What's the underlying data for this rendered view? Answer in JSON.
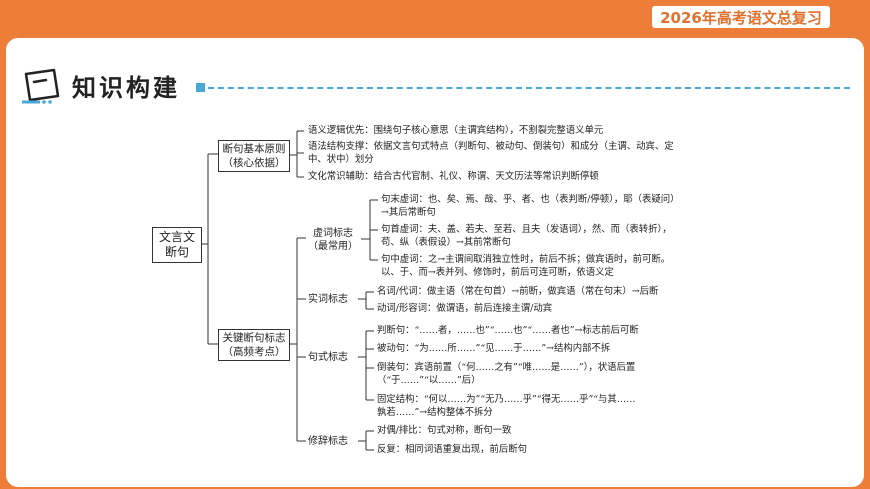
{
  "header": {
    "badge": "2026年高考语文总复习"
  },
  "section": {
    "title": "知识构建"
  },
  "diagram": {
    "root": [
      "文言文",
      "断句"
    ],
    "principles": {
      "label": [
        "断句基本原则",
        "（核心依据）"
      ],
      "items": [
        [
          "语义逻辑优先：围绕句子核心意思（主谓宾结构），不割裂完整语义单元"
        ],
        [
          "语法结构支撑：依据文言句式特点（判断句、被动句、倒装句）和成分（主谓、动宾、定",
          "中、状中）划分"
        ],
        [
          "文化常识辅助：结合古代官制、礼仪、称谓、天文历法等常识判断停顿"
        ]
      ]
    },
    "markers": {
      "label": [
        "关键断句标志",
        "（高频考点）"
      ],
      "groups": [
        {
          "label": [
            "虚词标志",
            "（最常用）"
          ],
          "items": [
            [
              "句末虚词：也、矣、焉、哉、乎、者、也（表判断/停顿），耶（表疑问）",
              "→其后常断句"
            ],
            [
              "句首虚词：夫、盖、若夫、至若、且夫（发语词），然、而（表转折），",
              "苟、纵（表假设）→其前常断句"
            ],
            [
              "句中虚词：之→主谓间取消独立性时，前后不拆；做宾语时，前可断。",
              "以、于、而→表并列、修饰时，前后可连可断，依语义定"
            ]
          ]
        },
        {
          "label": [
            "实词标志"
          ],
          "items": [
            [
              "名词/代词：做主语（常在句首）→前断，做宾语（常在句末）→后断"
            ],
            [
              "动词/形容词：做谓语，前后连接主谓/动宾"
            ]
          ]
        },
        {
          "label": [
            "句式标志"
          ],
          "items": [
            [
              "判断句：“……者，……也”“……也”“……者也”→标志前后可断"
            ],
            [
              "被动句：“为……所……”“见……于……”→结构内部不拆"
            ],
            [
              "倒装句：宾语前置（“何……之有”“唯……是……”），状语后置",
              "（“于……”“以……”后）"
            ],
            [
              "固定结构：“何以……为”“无乃……乎”“得无……乎”“与其……",
              "孰若……”→结构整体不拆分"
            ]
          ]
        },
        {
          "label": [
            "修辞标志"
          ],
          "items": [
            [
              "对偶/排比：句式对称，断句一致"
            ],
            [
              "反复：相同词语重复出现，前后断句"
            ]
          ]
        }
      ]
    }
  }
}
